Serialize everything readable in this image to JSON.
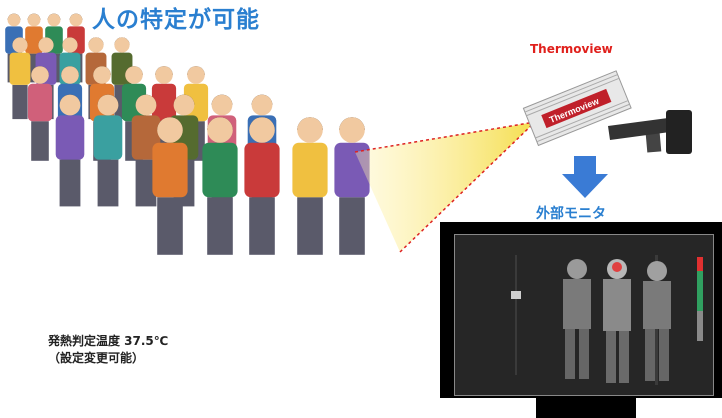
{
  "headline": "人の特定が可能",
  "brand": "Thermoview",
  "device_label": "Thermoview",
  "monitor_label": "外部モニタ",
  "temperature": {
    "line1": "発熱判定温度 37.5℃",
    "line2": "（設定変更可能）"
  },
  "colors": {
    "headline": "#2a7fd0",
    "brand": "#e0201c",
    "arrow": "#3a7bd5",
    "beam": "#f6e15a"
  },
  "icons": [
    "crowd-illustration",
    "thermal-camera-icon",
    "down-arrow-icon",
    "monitor-icon"
  ]
}
